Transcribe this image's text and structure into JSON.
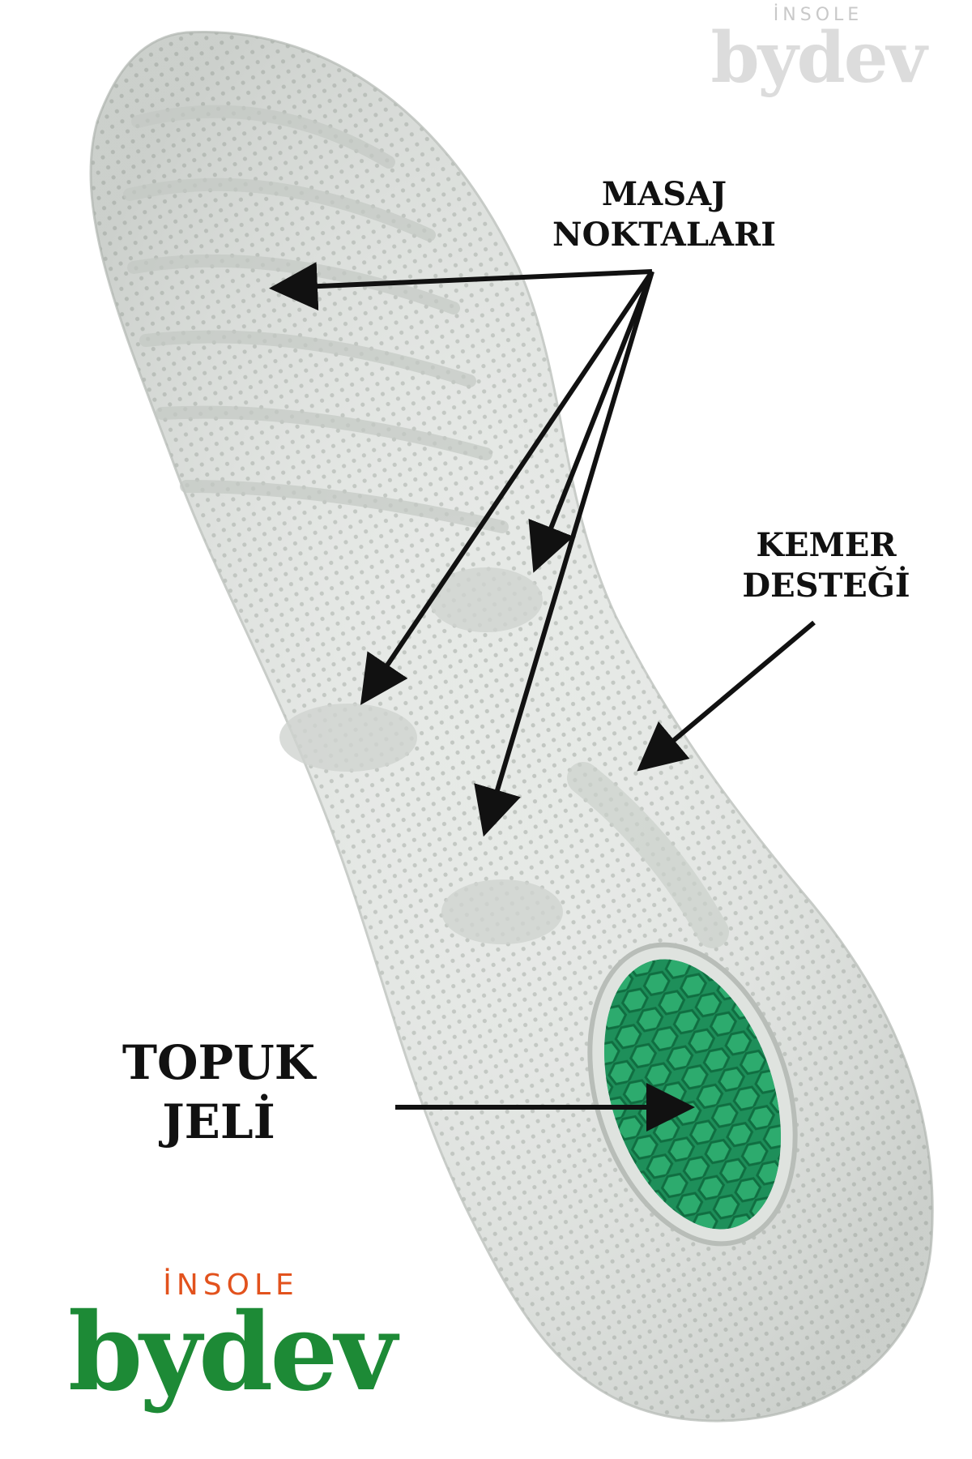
{
  "labels": {
    "massage_points": [
      "MASAJ",
      "NOKTALARI"
    ],
    "arch_support": [
      "KEMER",
      "DESTEĞİ"
    ],
    "heel_gel": [
      "TOPUK",
      "JELİ"
    ]
  },
  "brand": {
    "prefix": "İNSOLE",
    "name": "bydev"
  },
  "colors": {
    "insole": "#e6e9e6",
    "insole_edge": "#c8ccc8",
    "gel": "#1e8f5a",
    "gel_dark": "#0f6a3e",
    "arrow": "#111111",
    "brand_green": "#1d8a36",
    "brand_orange": "#e2521d",
    "watermark": "#dcdcdc"
  }
}
